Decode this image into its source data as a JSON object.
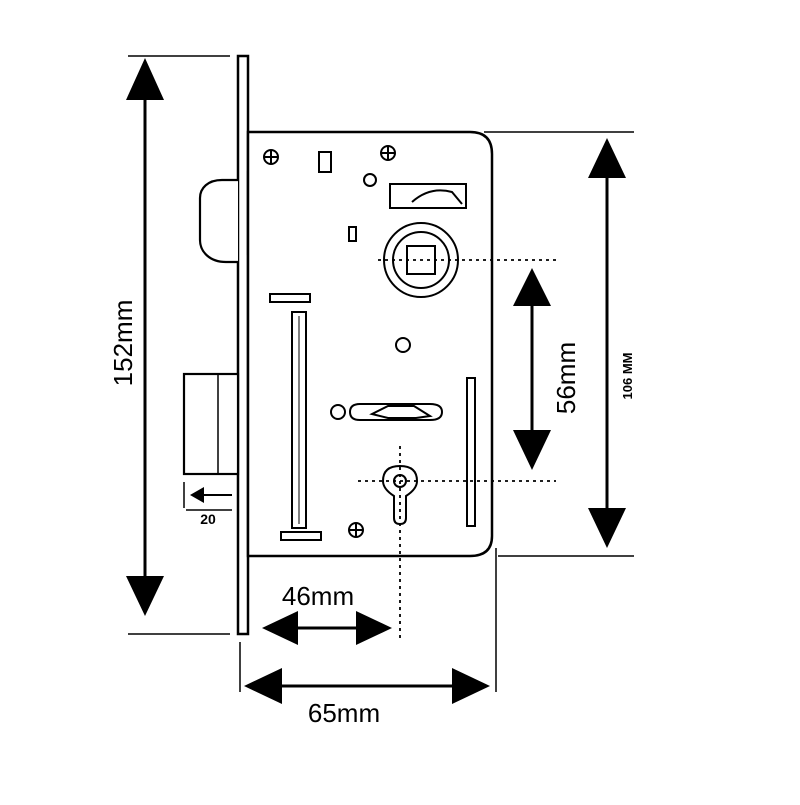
{
  "dimensions": {
    "overall_height": "152mm",
    "case_height": "106 MM",
    "center_distance": "56mm",
    "backset": "46mm",
    "case_depth": "65mm",
    "bolt_throw": "20"
  },
  "colors": {
    "line": "#000000",
    "background": "#ffffff"
  }
}
